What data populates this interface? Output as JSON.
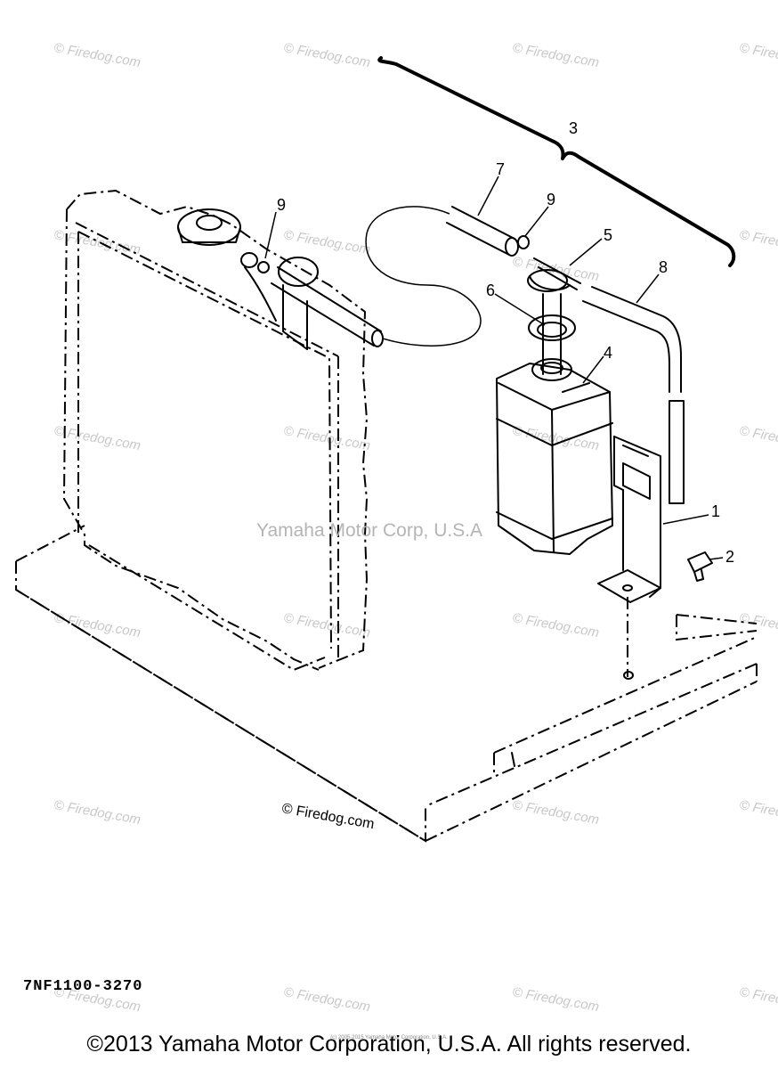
{
  "callouts": {
    "c1": "1",
    "c2": "2",
    "c3": "3",
    "c4": "4",
    "c5": "5",
    "c6": "6",
    "c7": "7",
    "c8": "8",
    "c9a": "9",
    "c9b": "9"
  },
  "watermark_text": "© Firedog.com",
  "center_watermark": "Yamaha Motor Corp, U.S.A",
  "firedog_copyright": "© Firedog.com",
  "drawing_code": "7NF1100-3270",
  "tiny_copyright": "(c) 2005-2015 Yamaha Motor Corporation, U.S.A.",
  "footer_copyright": "©2013 Yamaha Motor Corporation, U.S.A. All rights reserved."
}
